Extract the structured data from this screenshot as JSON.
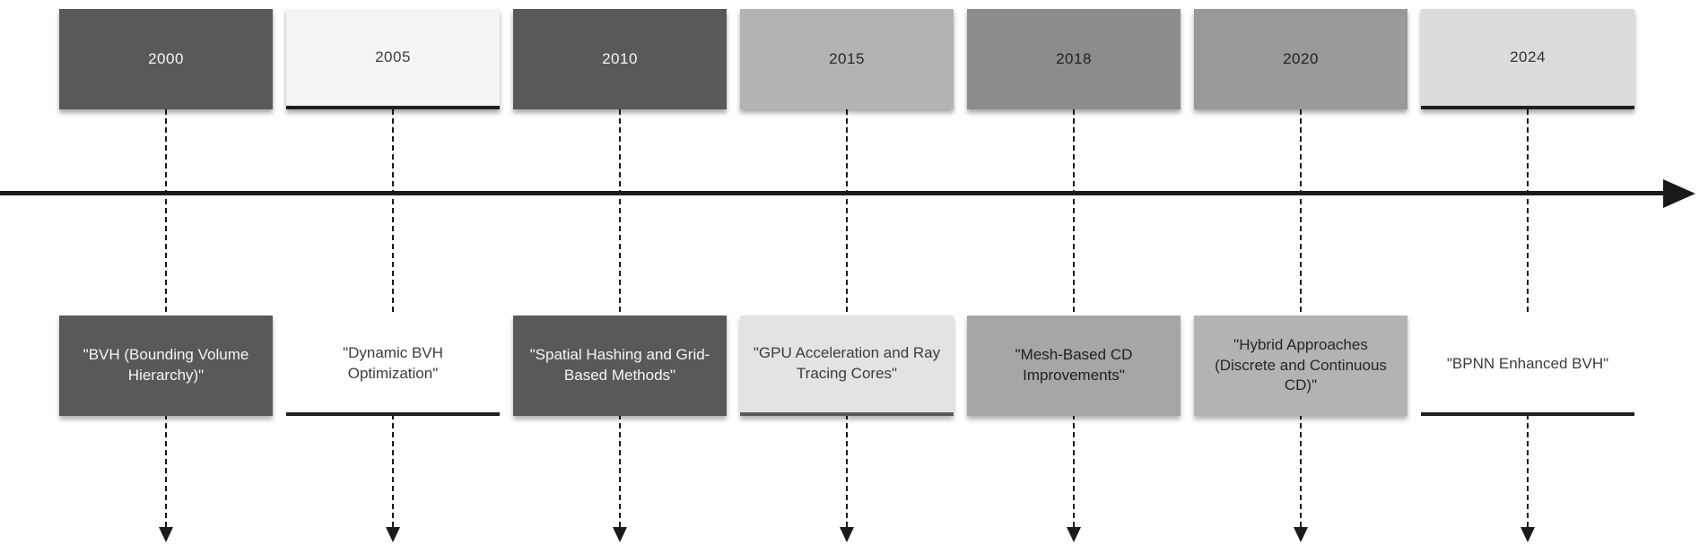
{
  "timeline": {
    "axis_color": "#1a1a1a",
    "items": [
      {
        "year": "2000",
        "label": "\"BVH (Bounding Volume Hierarchy)\"",
        "year_box": {
          "bg": "#595959",
          "fg": "#f5f5f5",
          "underline": ""
        },
        "label_box": {
          "bg": "#595959",
          "fg": "#f5f5f5",
          "underline": ""
        }
      },
      {
        "year": "2005",
        "label": "\"Dynamic BVH Optimization\"",
        "year_box": {
          "bg": "#f4f4f4",
          "fg": "#3d3d3d",
          "underline": "#1f1f1f"
        },
        "label_box": {
          "bg": "#ffffff",
          "fg": "#3d3d3d",
          "underline": "#1f1f1f"
        }
      },
      {
        "year": "2010",
        "label": "\"Spatial Hashing and Grid-Based Methods\"",
        "year_box": {
          "bg": "#595959",
          "fg": "#f5f5f5",
          "underline": ""
        },
        "label_box": {
          "bg": "#595959",
          "fg": "#f5f5f5",
          "underline": ""
        }
      },
      {
        "year": "2015",
        "label": "\"GPU Acceleration and Ray Tracing Cores\"",
        "year_box": {
          "bg": "#b3b3b3",
          "fg": "#262626",
          "underline": ""
        },
        "label_box": {
          "bg": "#e3e3e3",
          "fg": "#3d3d3d",
          "underline": "#595959"
        }
      },
      {
        "year": "2018",
        "label": "\"Mesh-Based CD Improvements\"",
        "year_box": {
          "bg": "#8c8c8c",
          "fg": "#1f1f1f",
          "underline": ""
        },
        "label_box": {
          "bg": "#a6a6a6",
          "fg": "#1f1f1f",
          "underline": ""
        }
      },
      {
        "year": "2020",
        "label": "\"Hybrid Approaches (Discrete and Continuous CD)\"",
        "year_box": {
          "bg": "#999999",
          "fg": "#1f1f1f",
          "underline": ""
        },
        "label_box": {
          "bg": "#b3b3b3",
          "fg": "#262626",
          "underline": ""
        }
      },
      {
        "year": "2024",
        "label": "\"BPNN Enhanced BVH\"",
        "year_box": {
          "bg": "#dcdcdc",
          "fg": "#333333",
          "underline": "#1f1f1f"
        },
        "label_box": {
          "bg": "#ffffff",
          "fg": "#3d3d3d",
          "underline": "#1f1f1f"
        }
      }
    ]
  }
}
